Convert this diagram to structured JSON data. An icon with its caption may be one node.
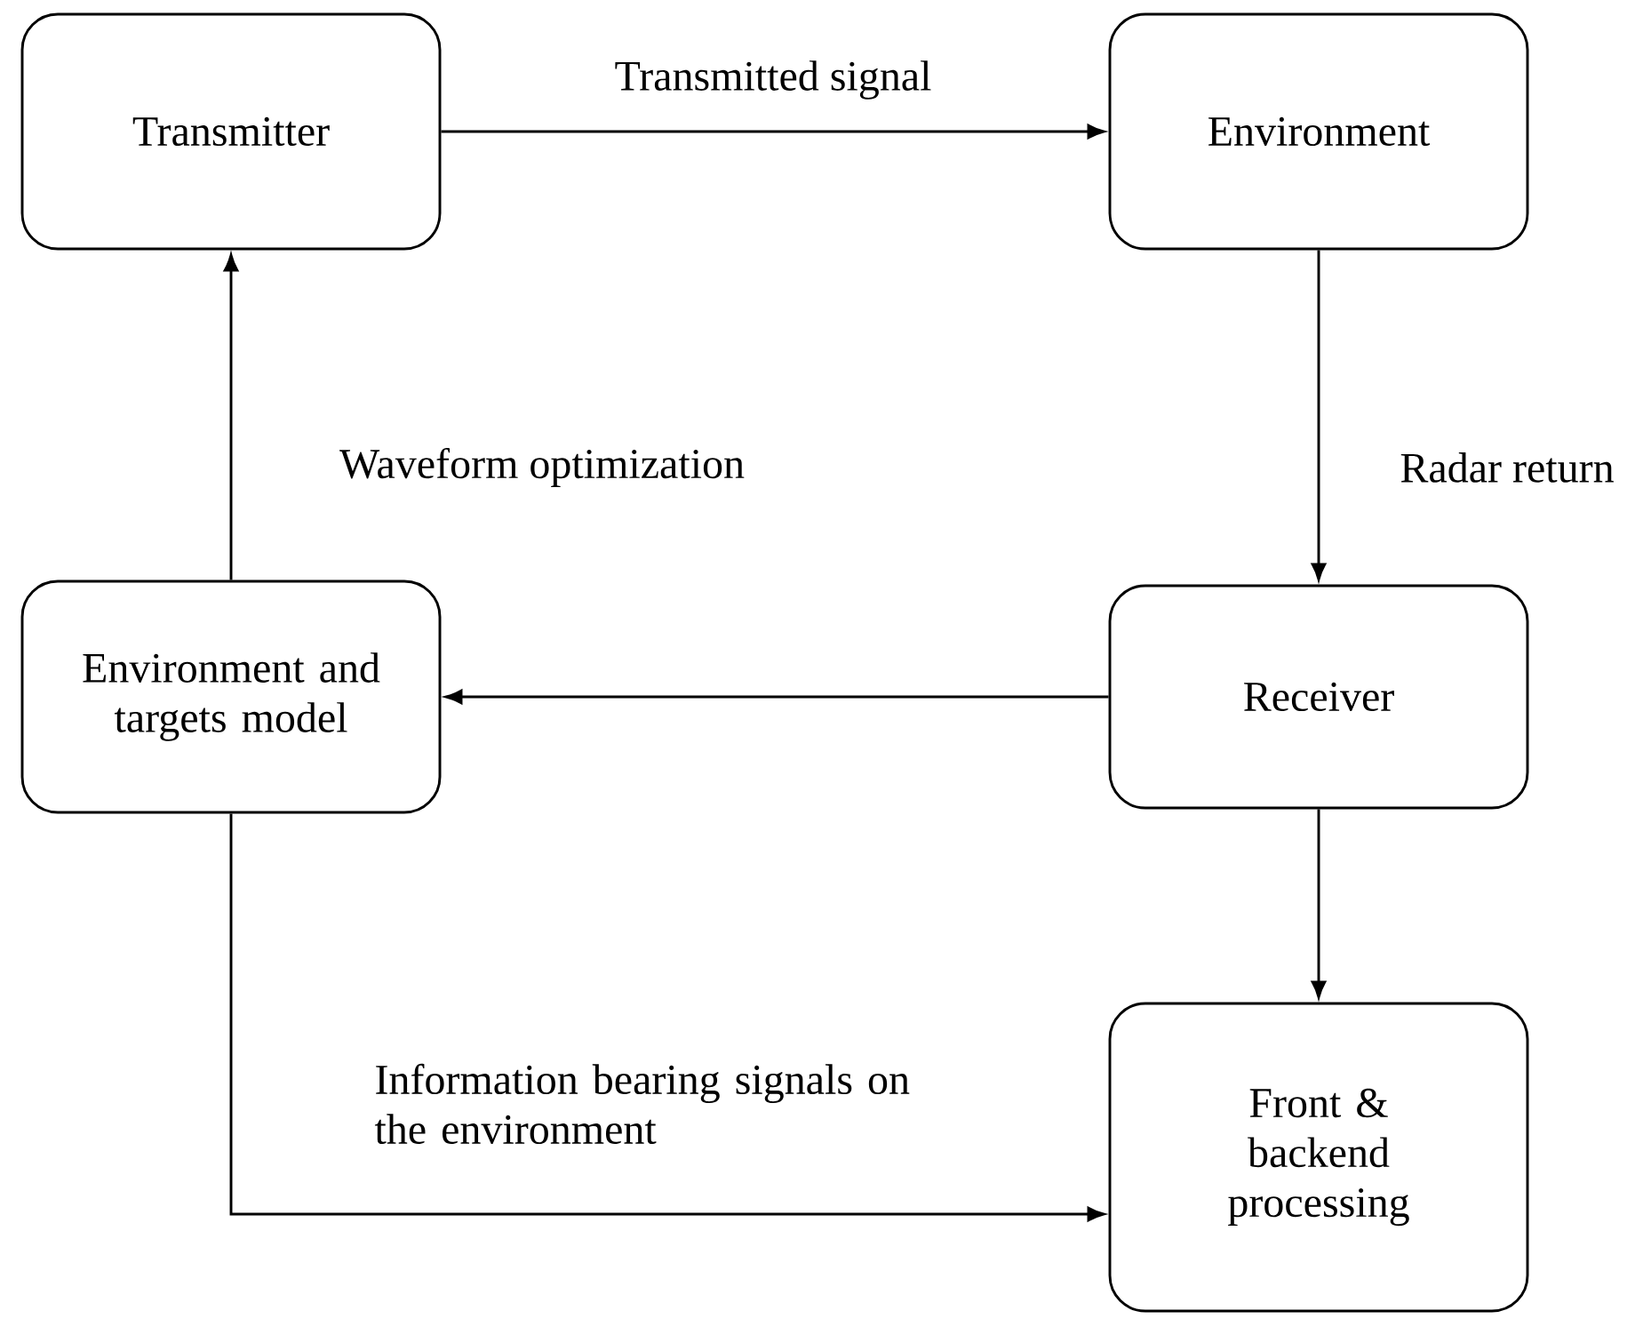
{
  "diagram": {
    "nodes": [
      {
        "text": [
          "Transmitter"
        ]
      },
      {
        "text": [
          "Environment"
        ]
      },
      {
        "text": [
          "Environment and targets model"
        ]
      },
      {
        "text": [
          "Receiver"
        ]
      },
      {
        "text": [
          "Front & backend processing"
        ]
      }
    ],
    "edges": [
      {
        "from": 0,
        "to": 1,
        "arrow": "to",
        "label": "Transmitted signal"
      },
      {
        "from": 1,
        "to": 3,
        "arrow": "to",
        "label": "Radar return"
      },
      {
        "from": 3,
        "to": 2,
        "arrow": "to"
      },
      {
        "from": 2,
        "to": 0,
        "arrow": "to",
        "label": "Waveform optimization"
      },
      {
        "from": 3,
        "to": 4,
        "arrow": "to"
      },
      {
        "from": 2,
        "to": 4,
        "arrow": "to",
        "label": "Information bearing signals on the environment"
      }
    ]
  }
}
